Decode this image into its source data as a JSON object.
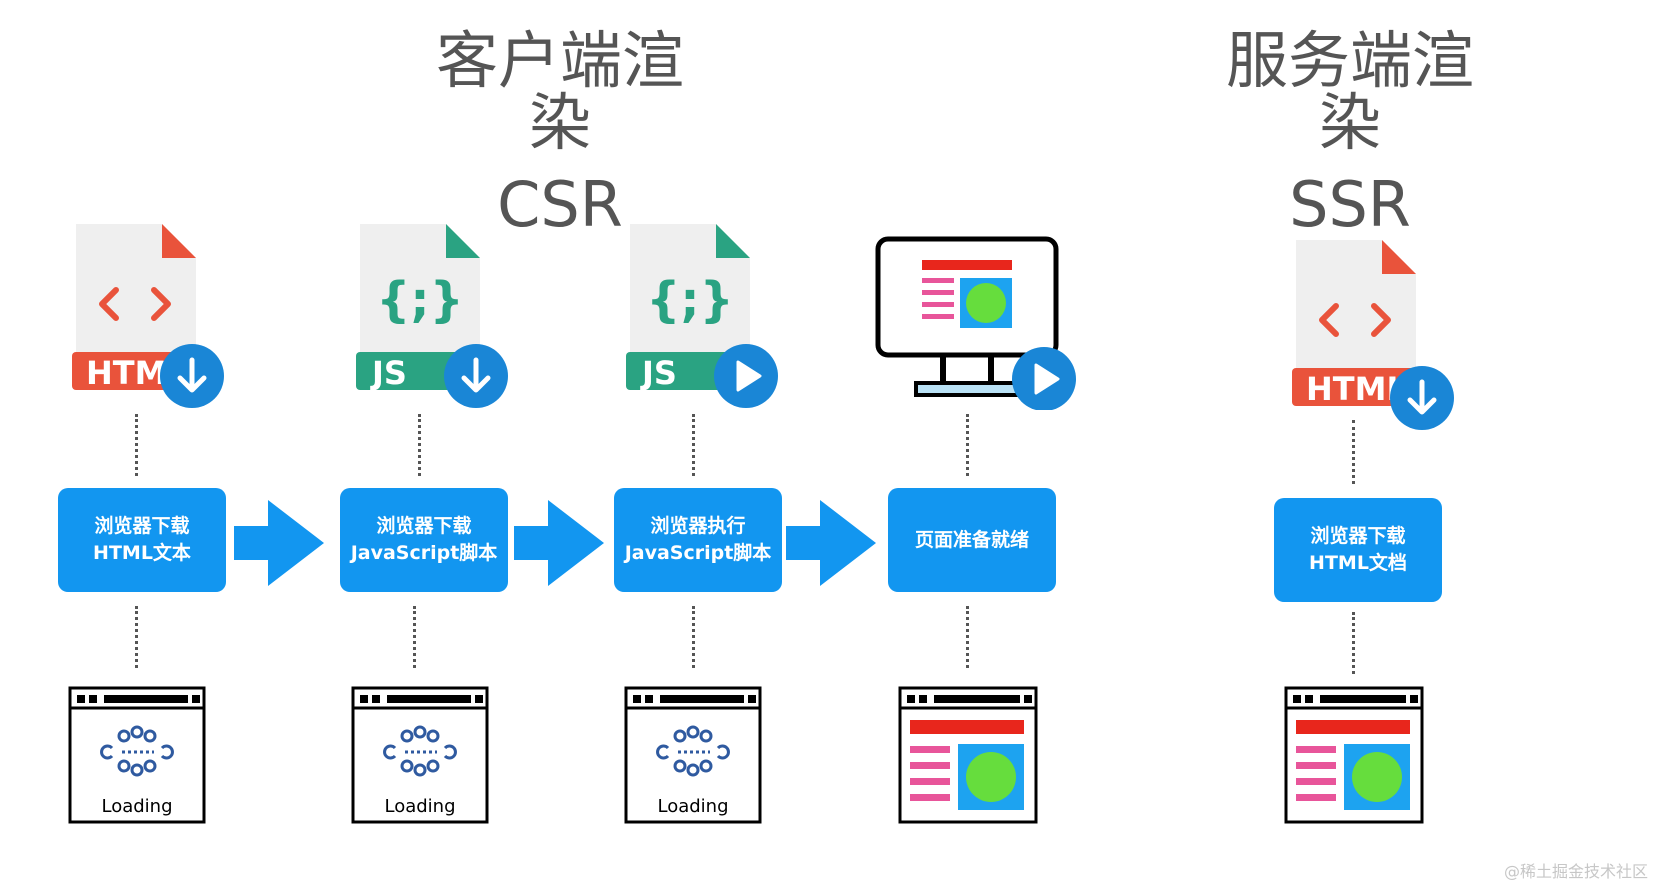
{
  "csr": {
    "title_zh": "客户端渲染",
    "title_en": "CSR"
  },
  "ssr": {
    "title_zh": "服务端渲染",
    "title_en": "SSR"
  },
  "csr_steps": [
    {
      "label": "浏览器下载\nHTML文本",
      "file_badge": "HTML",
      "file_glyph": "< >",
      "action": "download-icon"
    },
    {
      "label": "浏览器下载\nJavaScript脚本",
      "file_badge": "JS",
      "file_glyph": "{;}",
      "action": "download-icon"
    },
    {
      "label": "浏览器执行\nJavaScript脚本",
      "file_badge": "JS",
      "file_glyph": "{;}",
      "action": "play-icon"
    },
    {
      "label": "页面准备就绪",
      "action": "play-icon"
    }
  ],
  "ssr_steps": [
    {
      "label": "浏览器下载\nHTML文档",
      "file_badge": "HTML",
      "file_glyph": "< >",
      "action": "download-icon"
    }
  ],
  "loading_text": "Loading",
  "watermark": "@稀土掘金技术社区",
  "colors": {
    "box": "#1296f0",
    "arrow": "#1296f0",
    "html_accent": "#e9533b",
    "js_accent": "#2aa382",
    "circle": "#1a86d6",
    "page_red": "#e8261c",
    "page_pink": "#e8559a",
    "page_blue": "#1da3f0",
    "page_green": "#66dd3d"
  }
}
